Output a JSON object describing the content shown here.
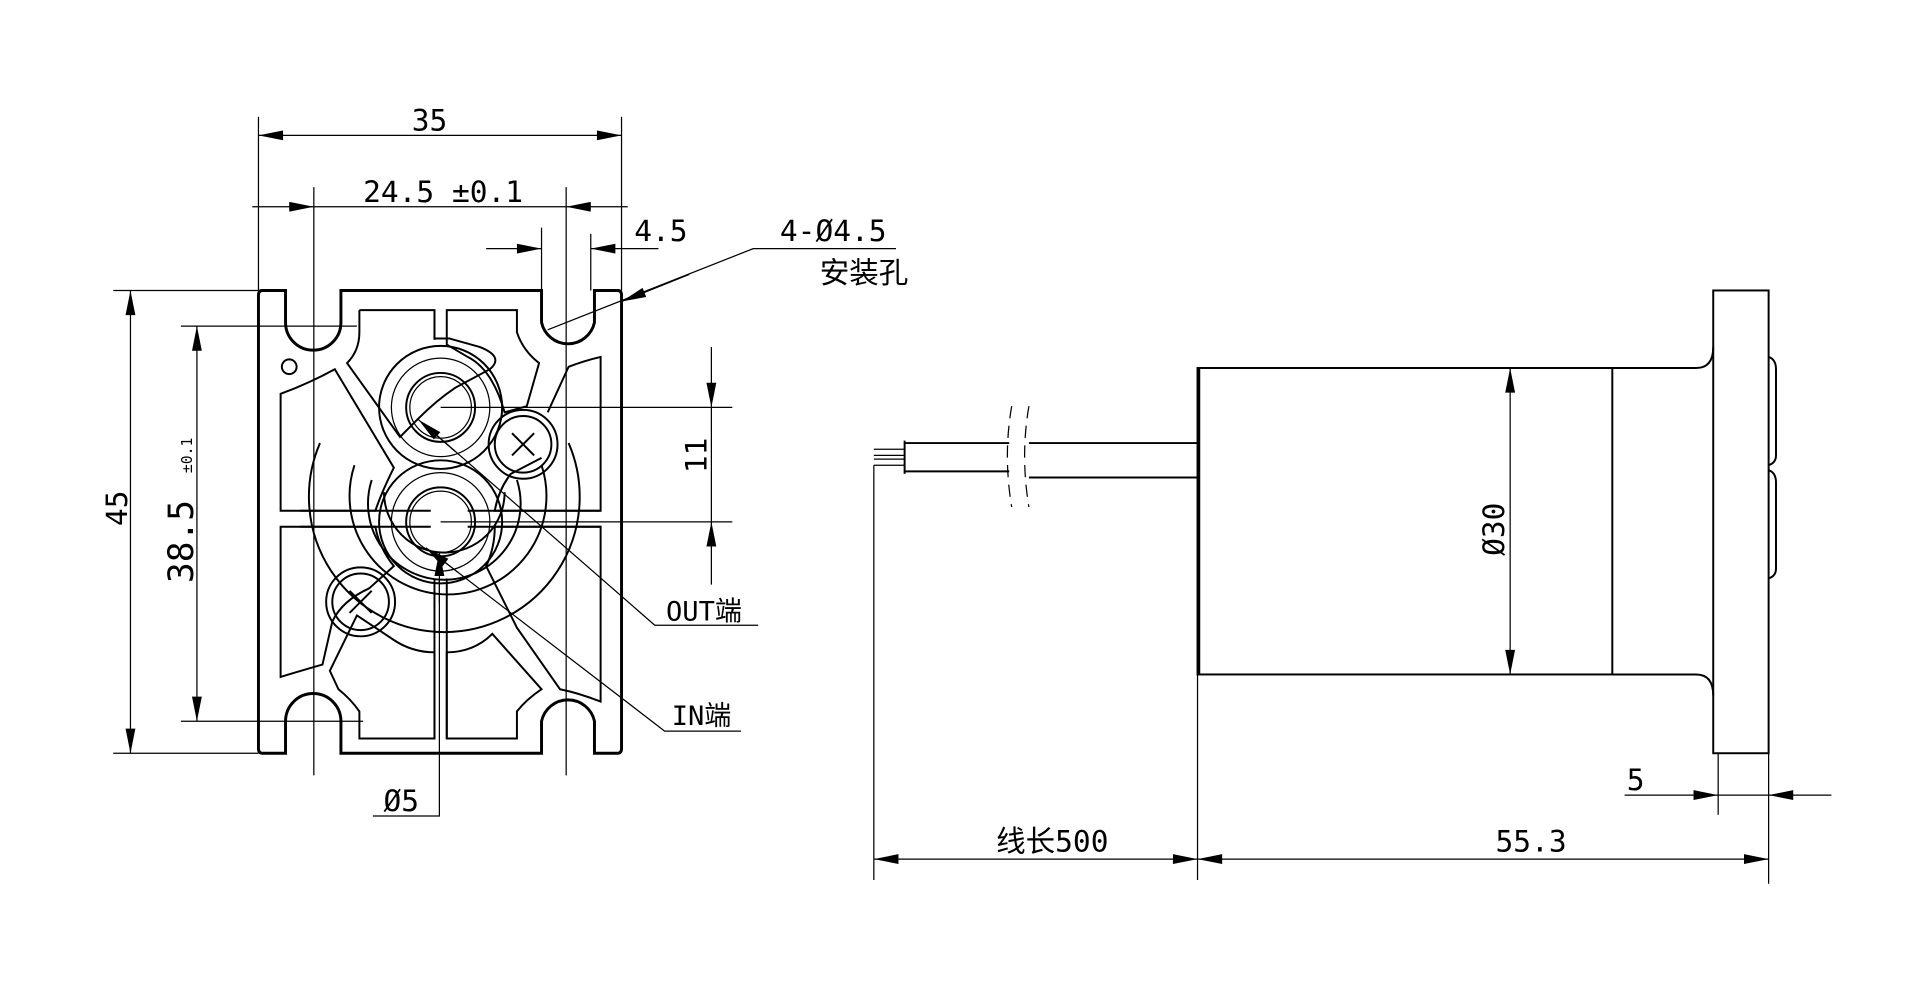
{
  "drawing": {
    "front_view": {
      "width_label": "35",
      "hole_spacing_label": "24.5 ±0.1",
      "hole_offset_label": "4.5",
      "mount_hole_label": "4-Ø4.5",
      "mount_hole_note": "安装孔",
      "height_label": "45",
      "hole_vspacing_label": "38.5",
      "hole_vspacing_tol": "±0.1",
      "port_spacing_label": "11",
      "out_port_label": "OUT端",
      "in_port_label": "IN端",
      "port_diameter_label": "Ø5"
    },
    "side_view": {
      "body_diameter_label": "Ø30",
      "flange_thickness_label": "5",
      "wire_length_label": "线长500",
      "body_length_label": "55.3"
    },
    "line_color": "#000000",
    "background": "#ffffff"
  }
}
